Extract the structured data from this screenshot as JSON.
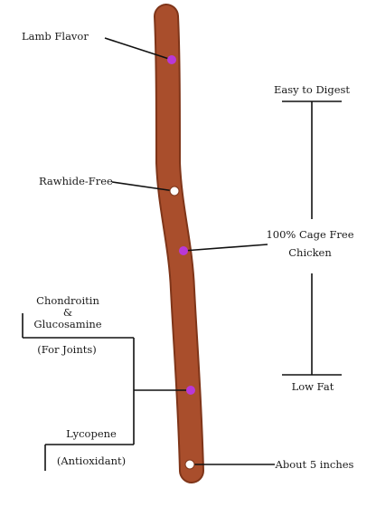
{
  "colors": {
    "stick_fill": "#a94e2c",
    "stick_shade": "#7f3519",
    "marker_purple": "#b938d6",
    "marker_white": "#ffffff",
    "line": "#111111"
  },
  "labels": {
    "lamb": "Lamb Flavor",
    "rawhide": "Rawhide-Free",
    "chondroitin": "Chondroitin",
    "ampersand": "&",
    "glucosamine": "Glucosamine",
    "for_joints": "(For Joints)",
    "lycopene": "Lycopene",
    "antioxidant": "(Antioxidant)",
    "easy": "Easy to Digest",
    "cage_free_1": "100% Cage Free",
    "cage_free_2": "Chicken",
    "low_fat": "Low Fat",
    "about": "About 5 inches"
  },
  "markers": [
    {
      "name": "lamb-flavor-marker",
      "color": "purple"
    },
    {
      "name": "rawhide-free-marker",
      "color": "white"
    },
    {
      "name": "cage-free-chicken-marker",
      "color": "purple"
    },
    {
      "name": "lycopene-chondroitin-marker",
      "color": "purple"
    },
    {
      "name": "about-5-inches-marker",
      "color": "white"
    }
  ]
}
